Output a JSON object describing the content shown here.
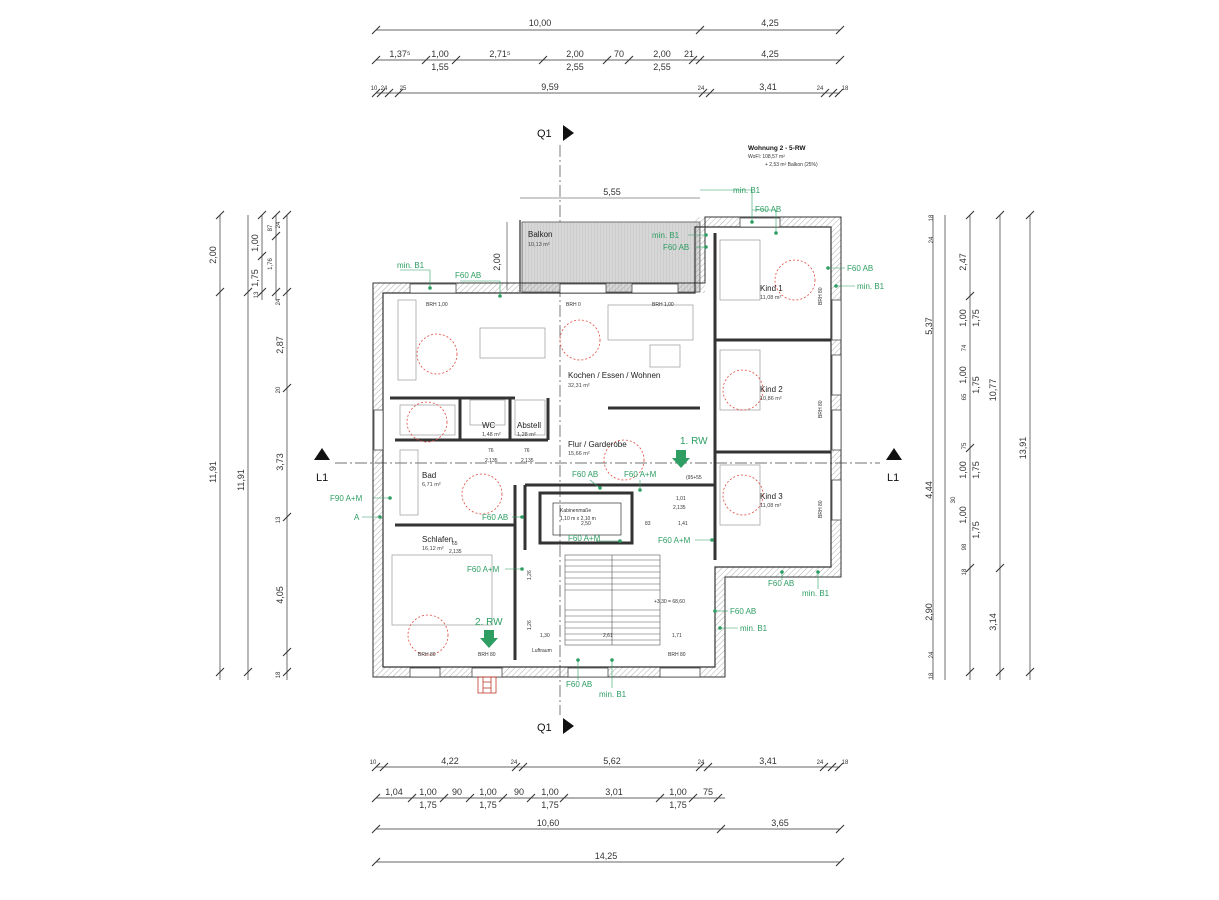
{
  "apartment": {
    "title": "Wohnung 2 - 5-RW",
    "wofl": "WoFl: 108,57 m²",
    "balcony_note": "+ 2,53 m² Balkon (25%)"
  },
  "axes": {
    "q_top": "Q1",
    "q_bottom": "Q1",
    "l_left": "L1",
    "l_right": "L1"
  },
  "rooms": [
    {
      "name": "Balkon",
      "area": "10,13 m²"
    },
    {
      "name": "Kochen / Essen / Wohnen",
      "area": "32,31 m²"
    },
    {
      "name": "Kind 1",
      "area": "11,08 m²"
    },
    {
      "name": "Kind 2",
      "area": "10,86 m²"
    },
    {
      "name": "Kind 3",
      "area": "11,08 m²"
    },
    {
      "name": "WC",
      "area": "1,48 m²"
    },
    {
      "name": "Abstell",
      "area": "1,28 m²"
    },
    {
      "name": "Flur / Garderobe",
      "area": "15,66 m²"
    },
    {
      "name": "Bad",
      "area": "6,71 m²"
    },
    {
      "name": "Schlafen",
      "area": "16,12 m²"
    }
  ],
  "escape_routes": {
    "first": "1. RW",
    "second": "2. RW",
    "first_size": "(95+55"
  },
  "fire_labels": [
    "F60 AB",
    "F60 AB",
    "F60 AB",
    "F60 AB",
    "F60 AB",
    "F60 AB",
    "F60 AB",
    "F60 AB",
    "F60 A+M",
    "F60 A+M",
    "F60 A+M",
    "F60 A+M",
    "F90 A+M",
    "A",
    "min. B1",
    "min. B1",
    "min. B1",
    "min. B1",
    "min. B1",
    "min. B1"
  ],
  "brh_labels": [
    "BRH 1,00",
    "BRH 0",
    "BRH 1,00",
    "BRH 80",
    "BRH 80",
    "BRH 80",
    "BRH 80",
    "BRH 80",
    "BRH 80"
  ],
  "misc": {
    "luftraum": "Luftraum",
    "stair_level": "+3,30 = 68,60",
    "kabinen": "Kabinenmaße",
    "kabinen_size": "1,10 m x 2,10 m"
  },
  "dims_top": {
    "r1": [
      "10,00",
      "4,25"
    ],
    "r2a": [
      "1,37⁵",
      "1,00",
      "2,71⁵",
      "2,00",
      "70",
      "2,00",
      "21",
      "4,25"
    ],
    "r2b": [
      "1,55",
      "2,55",
      "2,55"
    ],
    "r3": [
      "10",
      "24",
      "25",
      "9,59",
      "24",
      "3,41",
      "24",
      "18"
    ]
  },
  "dims_bottom": {
    "r1": [
      "10",
      "4,22",
      "24",
      "5,62",
      "24",
      "3,41",
      "24",
      "18"
    ],
    "r2a": [
      "1,04",
      "1,00",
      "90",
      "1,00",
      "90",
      "1,00",
      "3,01",
      "1,00",
      "75"
    ],
    "r2b": [
      "1,75",
      "1,75",
      "1,75",
      "1,75"
    ],
    "r3": [
      "10,60",
      "3,65"
    ],
    "r4": [
      "14,25"
    ]
  },
  "dims_left": {
    "outer": [
      "11,91"
    ],
    "mid": [
      "11,91"
    ],
    "col3": [
      "2,00",
      "2,87",
      "3,73",
      "4,05"
    ],
    "col4": [
      "1,00",
      "1,75"
    ],
    "col5": [
      "87",
      "1,76",
      "24",
      "20",
      "13",
      "24",
      "18",
      "13"
    ]
  },
  "dims_right": {
    "outer": [
      "13,91"
    ],
    "col2": [
      "10,77",
      "3,14"
    ],
    "col3": [
      "2,47",
      "5,37",
      "4,44",
      "2,90",
      "30"
    ],
    "col4": [
      "1,00",
      "1,75",
      "1,00",
      "1,75",
      "1,00",
      "1,75",
      "1,00",
      "1,75"
    ],
    "col5": [
      "24",
      "18",
      "74",
      "75",
      "65",
      "98",
      "18",
      "24",
      "18"
    ]
  },
  "interior_dims": [
    "5,55",
    "2,00",
    "76",
    "2,135",
    "76",
    "2,135",
    "1,01",
    "2,135",
    "2,50",
    "83",
    "1,41",
    "1,30",
    "2,61",
    "1,71",
    "1,26",
    "65",
    "2,135",
    "1,26"
  ],
  "colors": {
    "accent": "#2e9e63",
    "wall": "#3a3a3a",
    "hatch": "#9a9a9a",
    "circle": "#e0483c"
  }
}
